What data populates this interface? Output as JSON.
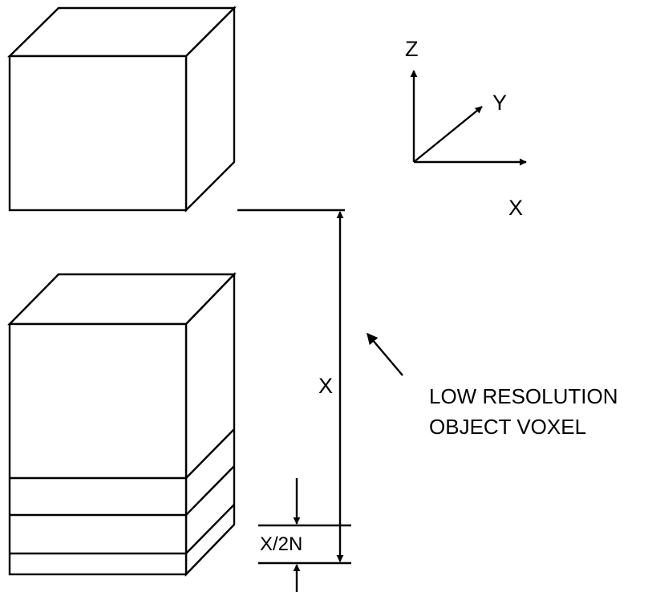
{
  "axes": {
    "z_label": "Z",
    "y_label": "Y",
    "x_label": "X"
  },
  "dimensions": {
    "voxel_height_label": "X",
    "slice_height_label": "X/2N"
  },
  "callout": {
    "line1": "LOW RESOLUTION",
    "line2": "OBJECT VOXEL"
  }
}
